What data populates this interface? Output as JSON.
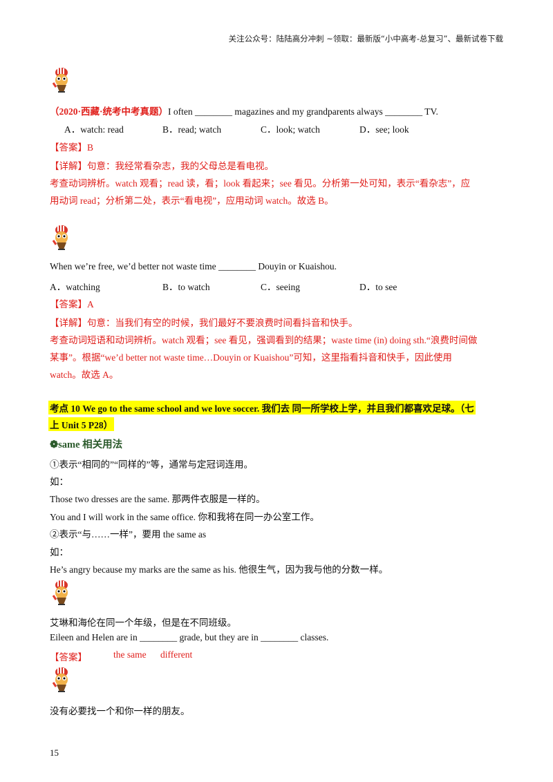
{
  "header": {
    "text": "关注公众号：陆陆高分冲刺 ~领取：最新版“小中高考-总复习”、最新试卷下载"
  },
  "q1": {
    "source": "（2020·西藏·统考中考真题）",
    "stem": "I often ________ magazines and my grandparents always ________ TV.",
    "options": [
      "A．watch: read",
      "B．read; watch",
      "C．look; watch",
      "D．see; look"
    ],
    "answer": "【答案】B",
    "detail": [
      "【详解】句意：我经常看杂志，我的父母总是看电视。",
      "考查动词辨析。watch 观看；read 读，看；look 看起来；see 看见。分析第一处可知，表示“看杂志”，应",
      "用动词 read；分析第二处，表示“看电视”，应用动词 watch。故选 B。"
    ]
  },
  "q2": {
    "stem": "When we’re free, we’d better not waste time ________ Douyin or Kuaishou.",
    "options": [
      "A．watching",
      "B．to watch",
      "C．seeing",
      "D．to see"
    ],
    "answer": "【答案】A",
    "detail": [
      "【详解】句意：当我们有空的时候，我们最好不要浪费时间看抖音和快手。",
      "考查动词短语和动词辨析。watch 观看；see 看见，强调看到的结果；waste time (in) doing sth.“浪费时间做",
      "某事”。根据“we’d better not waste time…Douyin or Kuaishou”可知，这里指看抖音和快手，因此使用",
      "watch。故选 A。"
    ]
  },
  "kaodian": {
    "line1": "考点 10 We go to the same school and we love soccer. 我们去  同一所学校上学，并且我们都喜欢足球。（七",
    "line2": "上 Unit  5  P28）"
  },
  "same": {
    "heading": "❁same 相关用法",
    "l1": "①表示“相同的”“同样的”等，通常与定冠词连用。",
    "ru1": "如：",
    "ex1": "Those  two  dresses  are  the  same.  那两件衣服是一样的。",
    "ex2": "You  and  I  will  work  in  the  same  office.  你和我将在同一办公室工作。",
    "l2": "②表示“与……一样”，要用    the same as",
    "ru2": "如：",
    "ex3": "He’s angry because my marks are the same as his. 他很生气，因为我与他的分数一样。"
  },
  "q3": {
    "cn": "艾琳和海伦在同一个年级，但是在不同班级。",
    "en": "Eileen and Helen are in ________ grade, but they are in ________ classes.",
    "answer_label": "【答案】",
    "answer1": "the same",
    "answer2": "different"
  },
  "q4": {
    "cn": "没有必要找一个和你一样的朋友。"
  },
  "page_number": "15"
}
